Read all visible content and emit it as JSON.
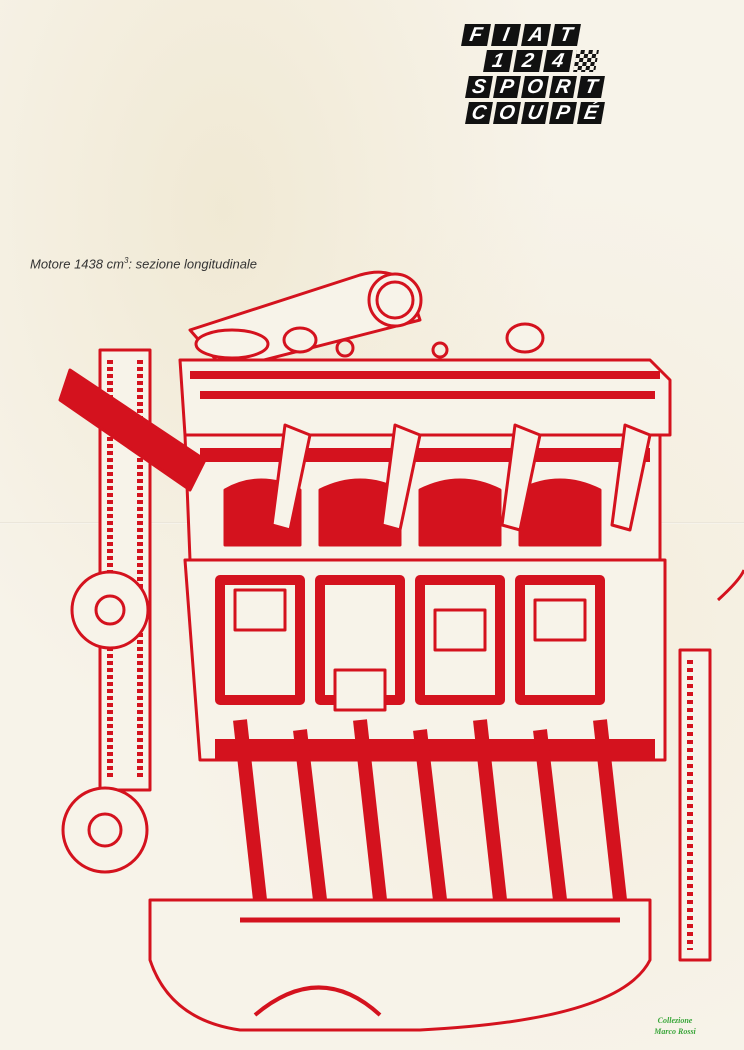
{
  "logo": {
    "row1": [
      "F",
      "I",
      "A",
      "T"
    ],
    "row2": [
      "1",
      "2",
      "4"
    ],
    "row3": [
      "S",
      "P",
      "O",
      "R",
      "T"
    ],
    "row4": [
      "C",
      "O",
      "U",
      "P",
      "É"
    ]
  },
  "caption": {
    "text": "Motore 1438 cm",
    "superscript": "3",
    "suffix": ": sezione longitudinale"
  },
  "stamp": {
    "line1": "Collezione",
    "line2": "Marco Rossi"
  },
  "colors": {
    "drawing_red": "#d4121e",
    "paper": "#f7f3e9",
    "logo_black": "#111111",
    "stamp_green": "#3aa63a"
  }
}
